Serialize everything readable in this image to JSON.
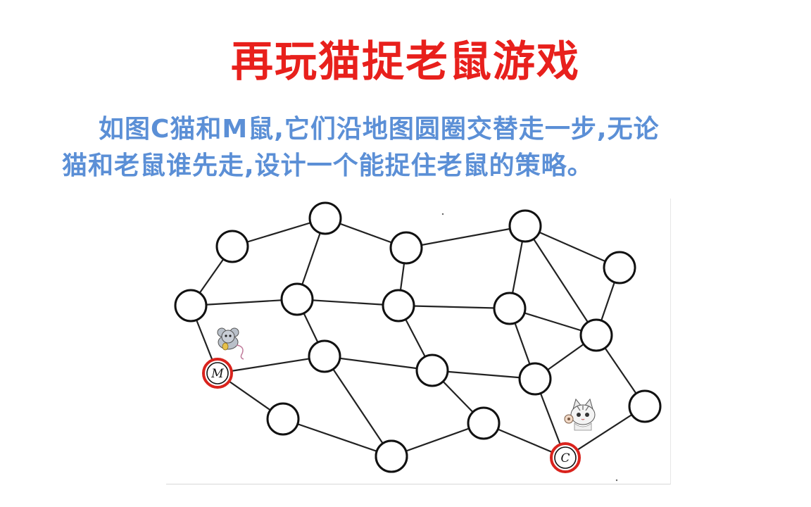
{
  "slide": {
    "title": "再玩猫捉老鼠游戏",
    "description_line1": "如图C猫和M鼠,它们沿地图圆圈交替走一步,无论",
    "description_line2": "猫和老鼠谁先走,设计一个能捉住老鼠的策略。"
  },
  "graph": {
    "node_stroke": "#111111",
    "edge_stroke": "#222222",
    "marked_ring": "#d9231d",
    "mouse_node": {
      "id": "M",
      "label": "M"
    },
    "cat_node": {
      "id": "C",
      "label": "C"
    },
    "node_ids": [
      "n1",
      "n2",
      "n3",
      "n4",
      "n5",
      "n6",
      "n7",
      "n8",
      "n9",
      "n10",
      "n11",
      "n12",
      "n13",
      "n14",
      "n15",
      "n16",
      "n17",
      "n18",
      "n19",
      "M",
      "C"
    ],
    "edges": [
      [
        "n1",
        "n2"
      ],
      [
        "n1",
        "n5"
      ],
      [
        "n2",
        "n3"
      ],
      [
        "n2",
        "n6"
      ],
      [
        "n3",
        "n4"
      ],
      [
        "n3",
        "n7"
      ],
      [
        "n4",
        "n8"
      ],
      [
        "n4",
        "n9"
      ],
      [
        "n5",
        "n6"
      ],
      [
        "n5",
        "M"
      ],
      [
        "n6",
        "n7"
      ],
      [
        "n6",
        "n10"
      ],
      [
        "n7",
        "n8"
      ],
      [
        "n7",
        "n11"
      ],
      [
        "n8",
        "n12"
      ],
      [
        "n8",
        "n13"
      ],
      [
        "n9",
        "n13"
      ],
      [
        "n10",
        "M"
      ],
      [
        "n10",
        "n11"
      ],
      [
        "n10",
        "n15"
      ],
      [
        "n11",
        "n12"
      ],
      [
        "n11",
        "n17"
      ],
      [
        "n12",
        "n13"
      ],
      [
        "n12",
        "C"
      ],
      [
        "n13",
        "n14"
      ],
      [
        "n14",
        "C"
      ],
      [
        "M",
        "n16"
      ],
      [
        "n15",
        "n16"
      ],
      [
        "n15",
        "n17"
      ],
      [
        "n17",
        "n18"
      ],
      [
        "n18",
        "C"
      ]
    ]
  },
  "icons": {
    "mouse": "mouse-icon",
    "cat": "cat-icon"
  }
}
